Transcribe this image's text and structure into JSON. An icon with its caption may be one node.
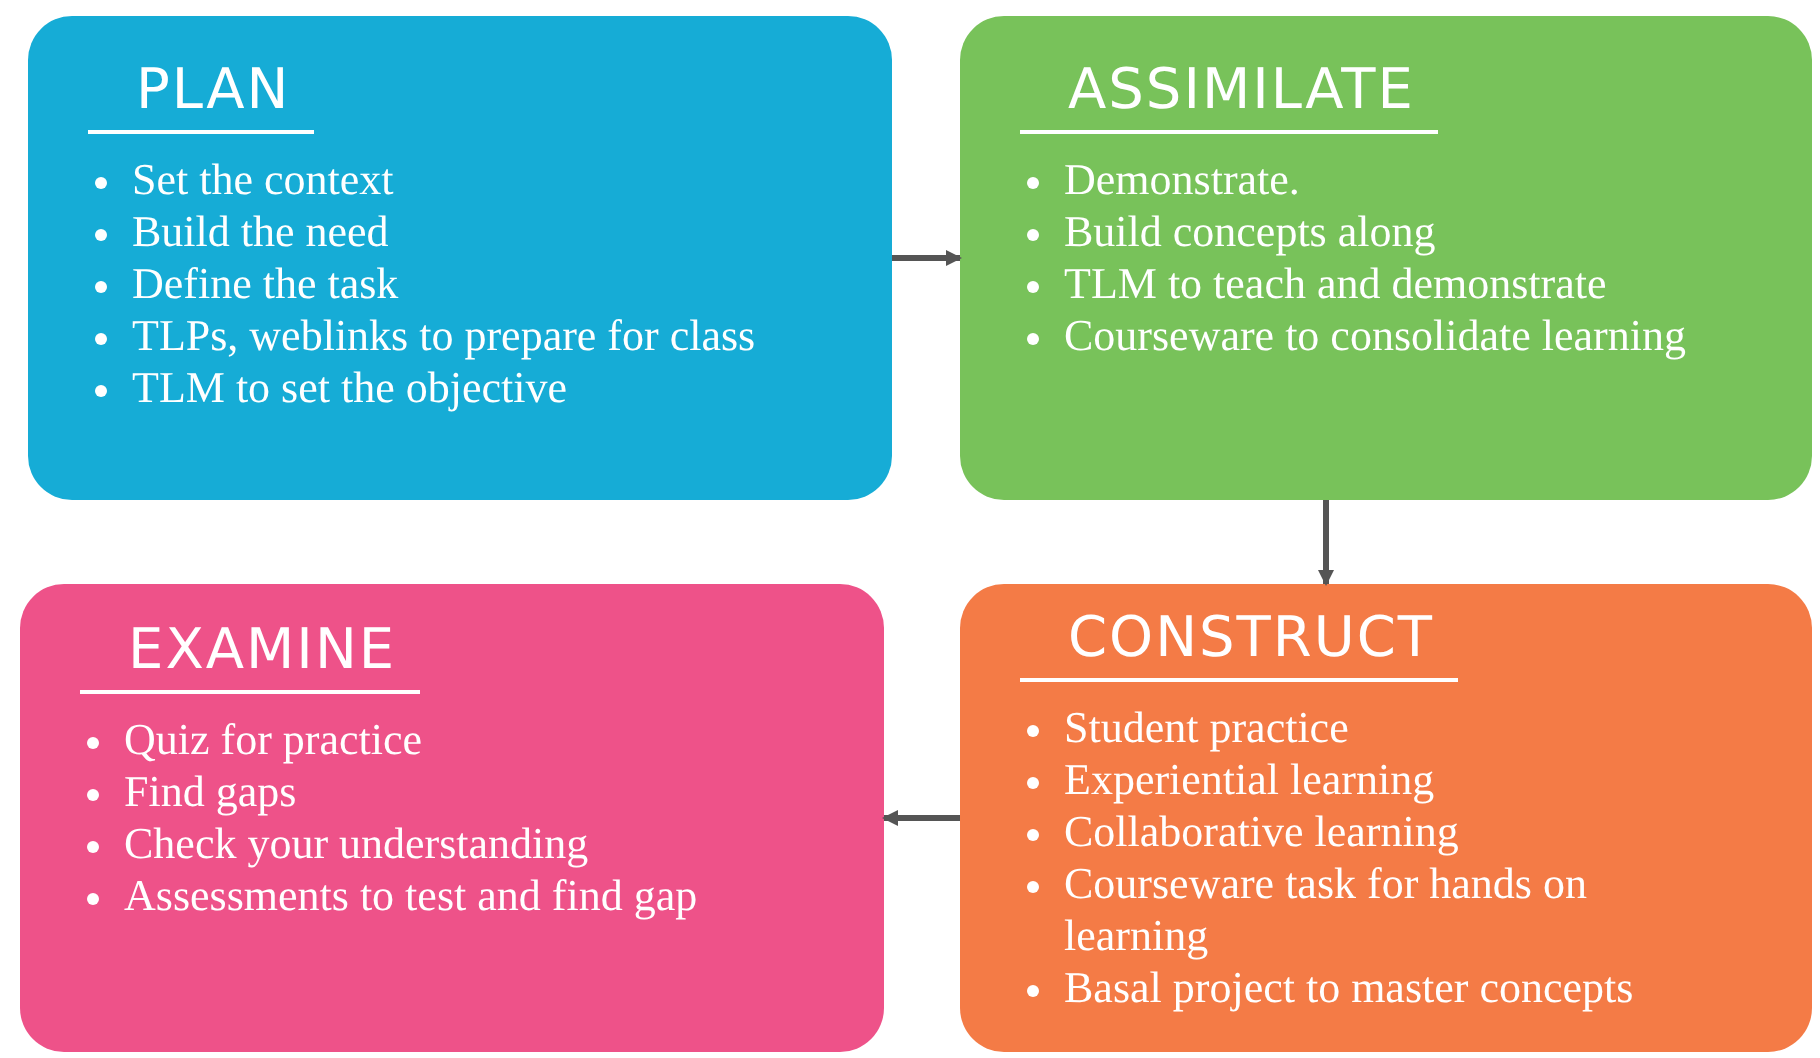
{
  "diagram": {
    "nodes": [
      {
        "text": [
          "PLAN",
          "Set the context",
          "Build the need",
          "Define the task",
          "TLPs, weblinks to prepare for class",
          "TLM to set the objective"
        ]
      },
      {
        "text": [
          "ASSIMILATE",
          "Demonstrate.",
          "Build concepts along",
          "TLM to teach and demonstrate",
          "Courseware to consolidate learning"
        ]
      },
      {
        "text": [
          "EXAMINE",
          "Quiz for practice",
          "Find gaps",
          "Check your understanding",
          "Assessments to test and find gap"
        ]
      },
      {
        "text": [
          "CONSTRUCT",
          "Student practice",
          "Experiential learning",
          "Collaborative learning",
          "Courseware task for hands on learning",
          "Basal project to master concepts"
        ]
      }
    ],
    "edges": [
      {
        "from": 0,
        "to": 1,
        "arrow": "to"
      },
      {
        "from": 1,
        "to": 3,
        "arrow": "to"
      },
      {
        "from": 3,
        "to": 2,
        "arrow": "to"
      }
    ]
  }
}
